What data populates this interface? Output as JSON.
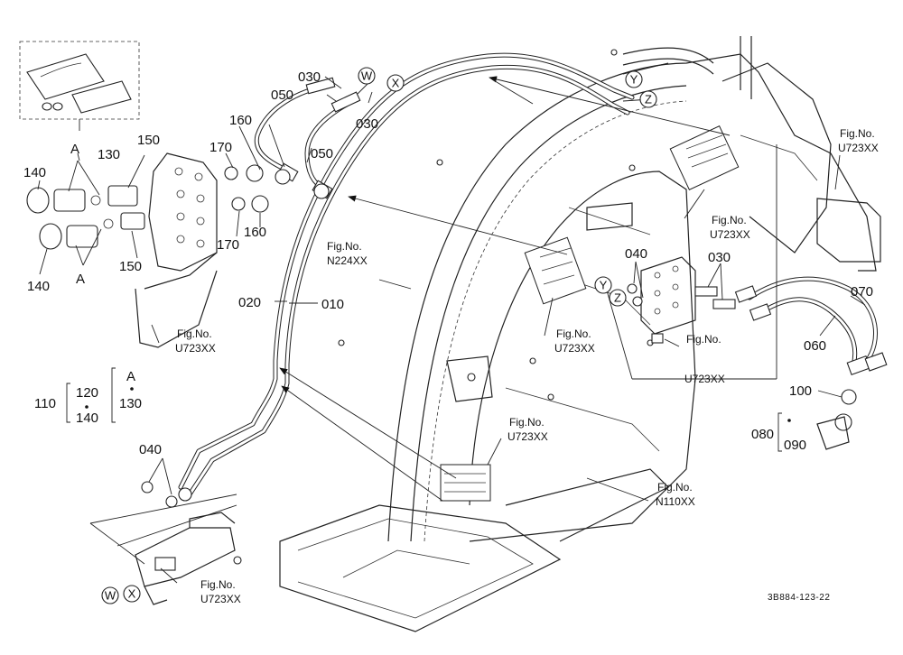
{
  "drawing_code": "3B884-123-22",
  "part_labels": {
    "p030_top": "030",
    "p030_mid": "030",
    "p030_right": "030",
    "p050_left": "050",
    "p050_right": "050",
    "p160_top": "160",
    "p160_bot": "160",
    "p170_top": "170",
    "p170_bot": "170",
    "p150_top": "150",
    "p150_bot": "150",
    "p140_top": "140",
    "p140_bot": "140",
    "p130": "130",
    "p020": "020",
    "p010": "010",
    "p040_left": "040",
    "p040_right": "040",
    "p060": "060",
    "p070": "070",
    "p100": "100",
    "p080": "080",
    "p090": "090",
    "p110": "110",
    "p120": "120",
    "p140_group": "140",
    "p130_group": "130"
  },
  "letter_marks": {
    "A_top": "A",
    "A_bot": "A",
    "A_group": "A",
    "W_top": "W",
    "X_top": "X",
    "Y_top": "Y",
    "Z_top": "Z",
    "Y_mid": "Y",
    "Z_mid": "Z",
    "W_bot": "W",
    "X_bot": "X"
  },
  "figure_refs": {
    "u723_topright": {
      "l1": "Fig.No.",
      "l2": "U723XX"
    },
    "u723_upper": {
      "l1": "Fig.No.",
      "l2": "U723XX"
    },
    "n224": {
      "l1": "Fig.No.",
      "l2": "N224XX"
    },
    "u723_center": {
      "l1": "Fig.No.",
      "l2": "U723XX"
    },
    "u723_plate": {
      "l1": "Fig.No.",
      "l2": "U723XX"
    },
    "u723_left": {
      "l1": "Fig.No.",
      "l2": "U723XX"
    },
    "u723_lower": {
      "l1": "Fig.No.",
      "l2": "U723XX"
    },
    "n110": {
      "l1": "Fig.No.",
      "l2": "N110XX"
    },
    "u723_bottom": {
      "l1": "Fig.No.",
      "l2": "U723XX"
    }
  }
}
